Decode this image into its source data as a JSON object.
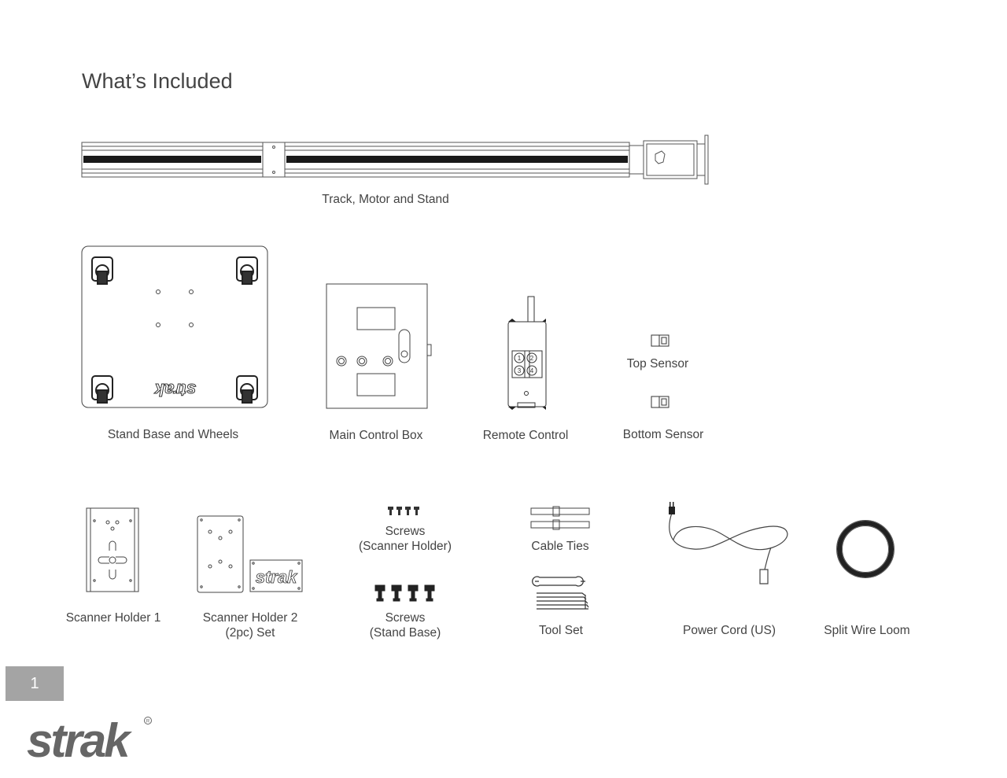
{
  "page": {
    "title": "What’s Included",
    "page_number": "1"
  },
  "items": {
    "track": "Track, Motor and Stand",
    "stand_base": "Stand Base and Wheels",
    "control_box": "Main Control Box",
    "remote": "Remote Control",
    "top_sensor": "Top Sensor",
    "bottom_sensor": "Bottom Sensor",
    "scanner_holder_1": "Scanner Holder 1",
    "scanner_holder_2_line1": "Scanner Holder 2",
    "scanner_holder_2_line2": "(2pc) Set",
    "screws_scanner_line1": "Screws",
    "screws_scanner_line2": "(Scanner Holder)",
    "screws_stand_line1": "Screws",
    "screws_stand_line2": "(Stand Base)",
    "cable_ties": "Cable Ties",
    "tool_set": "Tool Set",
    "power_cord": "Power Cord (US)",
    "wire_loom": "Split Wire Loom"
  },
  "brand": {
    "logo_text": "strak",
    "small_logo_text": "strak",
    "color": "#666666"
  }
}
